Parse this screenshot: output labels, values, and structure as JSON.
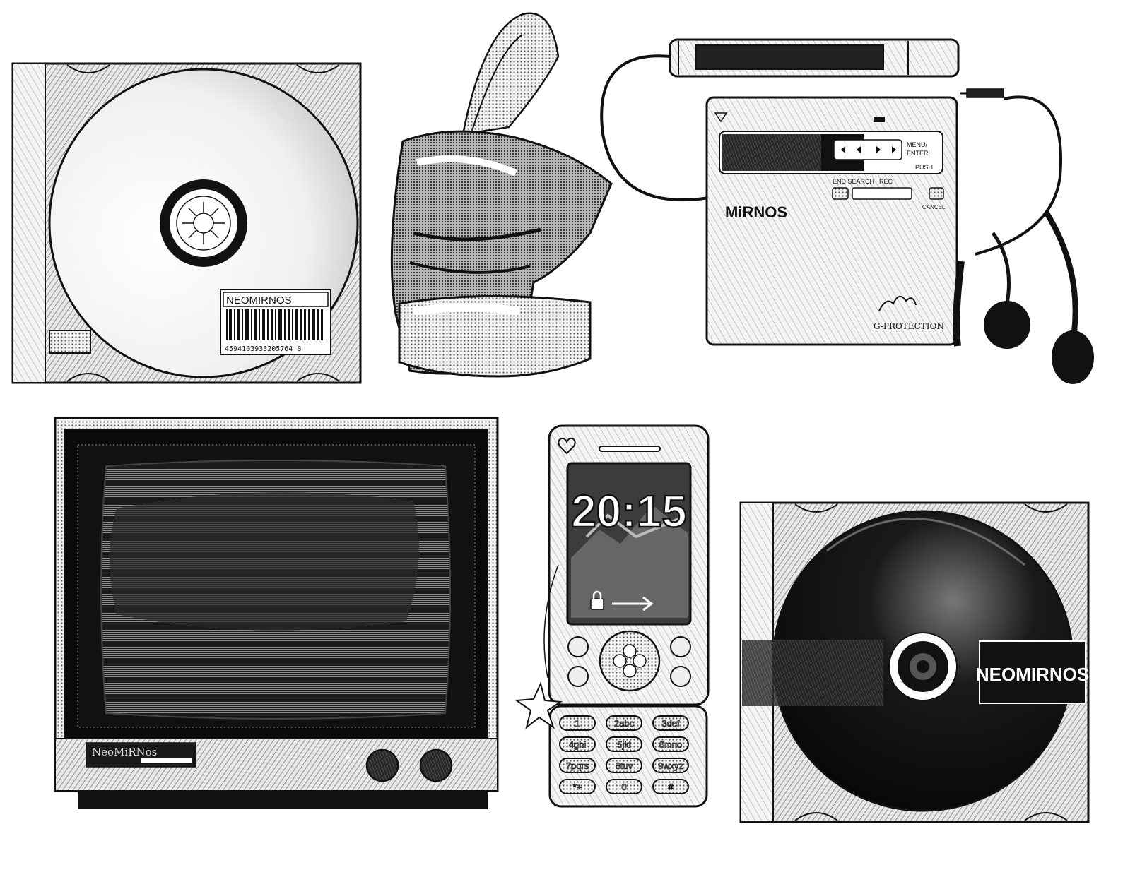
{
  "cd_case_top": {
    "label_text": "NEOMIRNOS",
    "barcode_number": "4594103933205764 8"
  },
  "minidisc_player": {
    "brand": "MiRNOS",
    "logo_text": "G-PROTECTION",
    "btn_menu": "MENU/",
    "btn_enter": "ENTER",
    "btn_push": "PUSH",
    "btn_end_search": "END SEARCH",
    "btn_rec": "REC",
    "btn_cancel": "CANCEL"
  },
  "television": {
    "brand": "NeoMiRNos"
  },
  "phone": {
    "clock": "20:15",
    "keys": [
      {
        "num": "1",
        "letters": ""
      },
      {
        "num": "2",
        "letters": "abc"
      },
      {
        "num": "3",
        "letters": "def"
      },
      {
        "num": "4",
        "letters": "ghi"
      },
      {
        "num": "5",
        "letters": "jkl"
      },
      {
        "num": "6",
        "letters": "mno"
      },
      {
        "num": "7",
        "letters": "pqrs"
      },
      {
        "num": "8",
        "letters": "tuv"
      },
      {
        "num": "9",
        "letters": "wxyz"
      },
      {
        "num": "*+",
        "letters": ""
      },
      {
        "num": "0",
        "letters": ""
      },
      {
        "num": "#",
        "letters": ""
      }
    ]
  },
  "cd_case_bottom": {
    "label_text": "NEOMIRNOS"
  },
  "icons": [
    "heart-icon",
    "lock-icon",
    "arrow-right-icon",
    "clover-icon",
    "star-charm-icon"
  ]
}
